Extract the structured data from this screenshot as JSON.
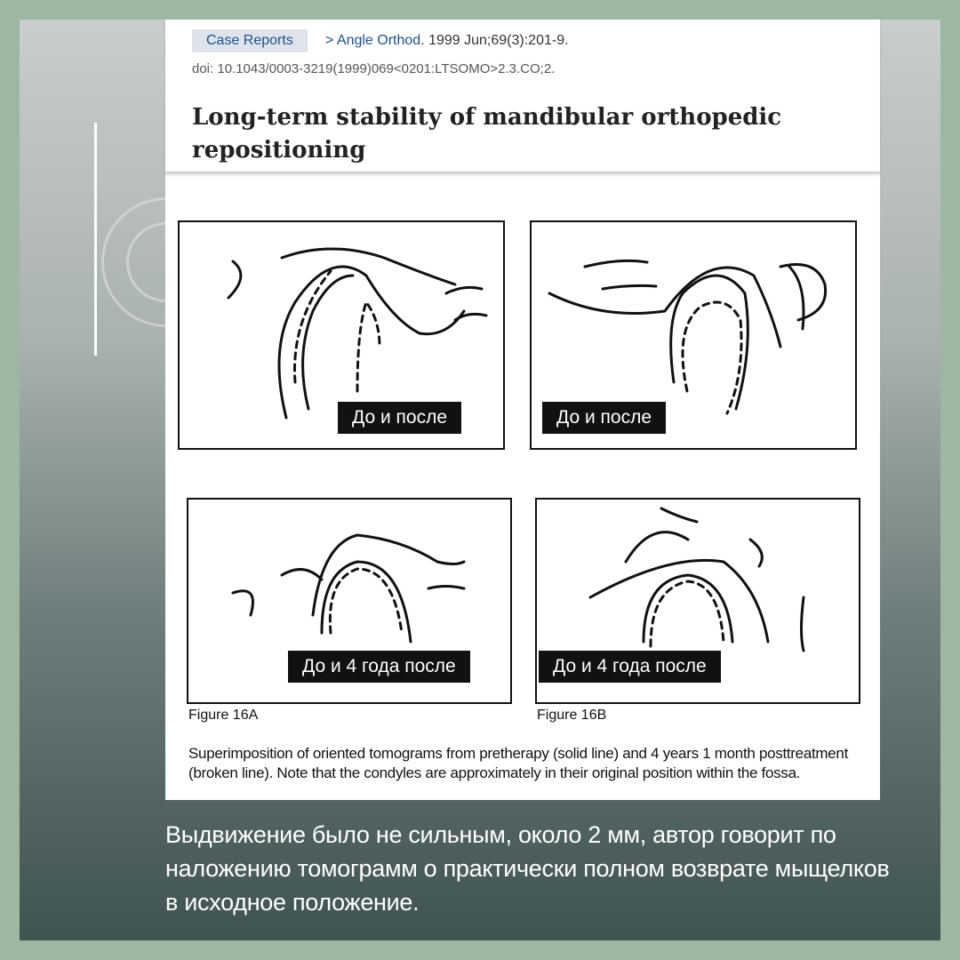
{
  "header": {
    "badge": "Case Reports",
    "journal": "> Angle Orthod.",
    "citation": " 1999 Jun;69(3):201-9.",
    "doi": "doi: 10.1043/0003-3219(1999)069<0201:LTSOMO>2.3.CO;2.",
    "title": "Long-term stability of mandibular orthopedic repositioning"
  },
  "figures": {
    "labels": [
      "До и после",
      "До и после",
      "До и 4 года после",
      "До и 4 года после"
    ],
    "fig_a": "Figure 16A",
    "fig_b": "Figure 16B",
    "caption": "Superimposition of oriented tomograms from pretherapy (solid line) and 4 years 1 month posttreatment (broken line). Note that the condyles are approximately in their original position within the fossa."
  },
  "comment": "Выдвижение было не сильным, около 2 мм, автор говорит по наложению томограмм о практически полном возврате мыщелков в исходное положение."
}
